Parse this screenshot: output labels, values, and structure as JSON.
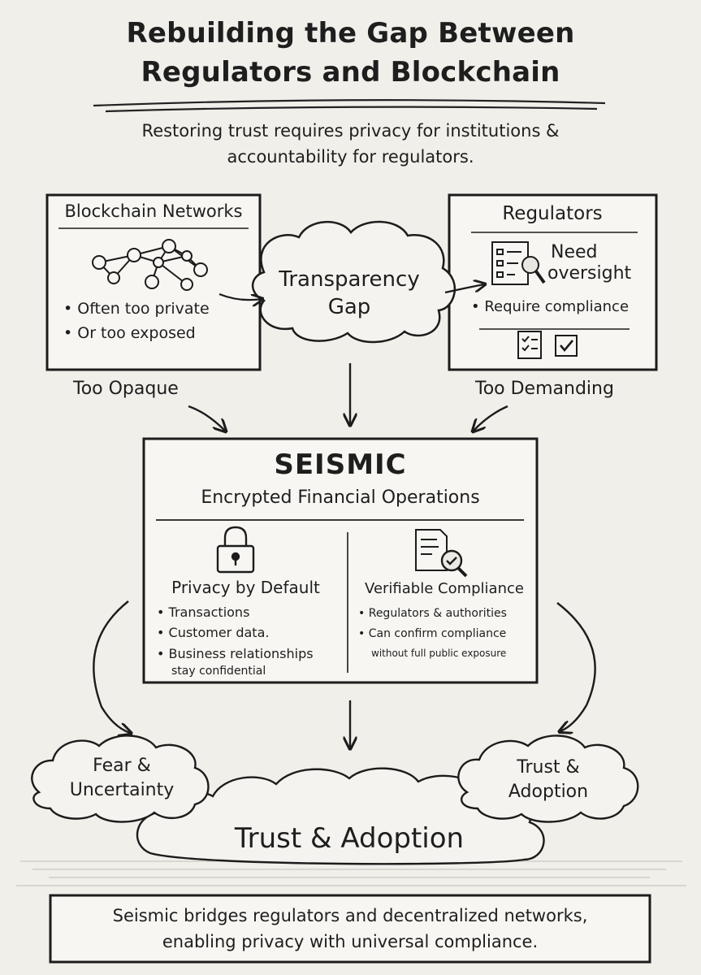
{
  "title": {
    "line1": "Rebuilding the Gap Between",
    "line2": "Regulators and Blockchain"
  },
  "subtitle": {
    "line1": "Restoring trust requires privacy for institutions &",
    "line2": "accountability for regulators."
  },
  "blockchain_box": {
    "heading": "Blockchain Networks",
    "icon": "network-graph-icon",
    "bullets": [
      "Often too private",
      "Or too exposed"
    ],
    "caption": "Too Opaque"
  },
  "gap_cloud": {
    "line1": "Transparency",
    "line2": "Gap"
  },
  "regulators_box": {
    "heading": "Regulators",
    "need_line1": "Need",
    "need_line2": "oversight",
    "icons": [
      "checklist-magnifier-icon",
      "checklist-icon",
      "checkbox-icon"
    ],
    "bullets": [
      "Require compliance"
    ],
    "caption": "Too Demanding"
  },
  "seismic_box": {
    "title": "SEISMIC",
    "subtitle": "Encrypted Financial Operations",
    "privacy": {
      "icon": "padlock-icon",
      "heading": "Privacy by Default",
      "bullets": [
        "Transactions",
        "Customer data.",
        "Business relationships"
      ],
      "trailing": "stay confidential"
    },
    "compliance": {
      "icon": "document-check-icon",
      "heading": "Verifiable Compliance",
      "bullets": [
        "Regulators & authorities",
        "Can confirm compliance"
      ],
      "trailing": "without full public exposure"
    }
  },
  "clouds": {
    "left": {
      "line1": "Fear &",
      "line2": "Uncertainty"
    },
    "right": {
      "line1": "Trust &",
      "line2": "Adoption"
    },
    "center": "Trust & Adoption"
  },
  "footer": {
    "line1": "Seismic bridges regulators and decentralized networks,",
    "line2": "enabling privacy with universal compliance."
  },
  "colors": {
    "paper": "#f1efea",
    "ink": "#1c1c1c",
    "box_fill": "#f7f6f2",
    "cloud_fill": "#f4f3ef"
  }
}
